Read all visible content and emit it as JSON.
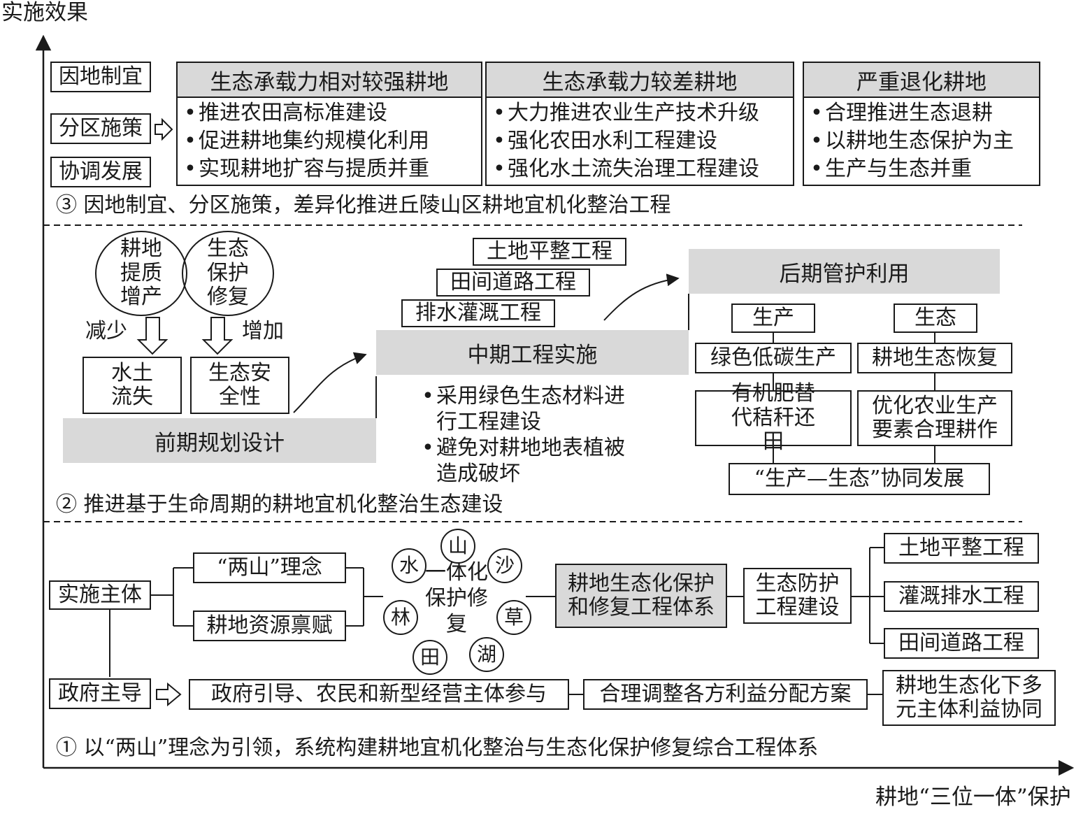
{
  "axes": {
    "y_label": "实施效果",
    "x_label": "耕地“三位一体”保护"
  },
  "section3": {
    "side_labels": [
      "因地制宜",
      "分区施策",
      "协调发展"
    ],
    "panels": [
      {
        "title": "生态承载力相对较强耕地",
        "items": [
          "推进农田高标准建设",
          "促进耕地集约规模化利用",
          "实现耕地扩容与提质并重"
        ]
      },
      {
        "title": "生态承载力较差耕地",
        "items": [
          "大力推进农业生产技术升级",
          "强化农田水利工程建设",
          "强化水土流失治理工程建设"
        ]
      },
      {
        "title": "严重退化耕地",
        "items": [
          "合理推进生态退耕",
          "以耕地生态保护为主",
          "生产与生态并重"
        ]
      }
    ],
    "caption": "③ 因地制宜、分区施策，差异化推进丘陵山区耕地宜机化整治工程"
  },
  "section2": {
    "circle_left": "耕地提质增产",
    "circle_right": "生态保护修复",
    "label_decrease": "减少",
    "label_increase": "增加",
    "box_soil": "水土流失",
    "box_safety": "生态安全性",
    "stage1": "前期规划设计",
    "stage2": "中期工程实施",
    "stage3": "后期管护利用",
    "projects": [
      "土地平整工程",
      "田间道路工程",
      "排水灌溉工程"
    ],
    "measures": [
      "采用绿色生态材料进行工程建设",
      "避免对耕地地表植被造成破坏"
    ],
    "production": "生产",
    "ecology": "生态",
    "green_production": "绿色低碳生产",
    "eco_restoration": "耕地生态恢复",
    "organic": "有机肥替代秸秆还田",
    "optimize": "优化农业生产要素合理耕作",
    "synergy": "“生产—生态”协同发展",
    "caption": "② 推进基于生命周期的耕地宜机化整治生态建设"
  },
  "section1": {
    "main_body": "实施主体",
    "government": "政府主导",
    "concept": "“两山”理念",
    "endowment": "耕地资源禀赋",
    "ring": [
      "山",
      "沙",
      "草",
      "湖",
      "田",
      "林",
      "水"
    ],
    "ring_center": "一体化保护修复",
    "system": "耕地生态化保护和修复工程体系",
    "eco_protect": "生态防护工程建设",
    "projects": [
      "土地平整工程",
      "灌溉排水工程",
      "田间道路工程"
    ],
    "gov_guide": "政府引导、农民和新型经营主体参与",
    "adjust": "合理调整各方利益分配方案",
    "multi": "耕地生态化下多元主体利益协同",
    "caption": "① 以“两山”理念为引领，系统构建耕地宜机化整治与生态化保护修复综合工程体系"
  }
}
